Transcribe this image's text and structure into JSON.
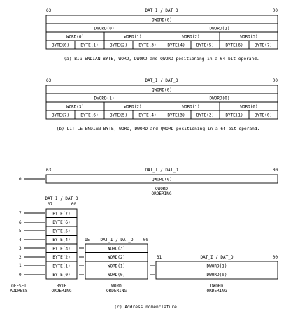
{
  "big_endian": {
    "bit_hi": "63",
    "bus": "DAT_I / DAT_O",
    "bit_lo": "00",
    "oword": "OWORD(0)",
    "dwords": [
      "DWORD(0)",
      "DWORD(1)"
    ],
    "words": [
      "WORD(0)",
      "WORD(1)",
      "WORD(2)",
      "WORD(3)"
    ],
    "bytes": [
      "BYTE(0)",
      "BYTE(1)",
      "BYTE(2)",
      "BYTE(3)",
      "BYTE(4)",
      "BYTE(5)",
      "BYTE(6)",
      "BYTE(7)"
    ],
    "caption": "(a) BIG ENDIAN BYTE, WORD, DWORD and QWORD positioning in a 64-bit operand."
  },
  "little_endian": {
    "bit_hi": "63",
    "bus": "DAT_I / DAT_O",
    "bit_lo": "00",
    "oword": "QWORD(0)",
    "dwords": [
      "DWORD(1)",
      "DWORD(0)"
    ],
    "words": [
      "WORD(3)",
      "WORD(2)",
      "WORD(1)",
      "WORD(0)"
    ],
    "bytes": [
      "BYTE(7)",
      "BYTE(6)",
      "BYTE(5)",
      "BYTE(4)",
      "BYTE(3)",
      "BYTE(2)",
      "BYTE(1)",
      "BYTE(0)"
    ],
    "caption": "(b) LITTLE ENDIAN BYTE, WORD, DWORD and QWORD positioning in a 64-bit operand."
  },
  "address": {
    "qword_header": {
      "hi": "63",
      "bus": "DAT_I / DAT_O",
      "lo": "00"
    },
    "qword_offset": "0",
    "qword_cell": "QWORD(0)",
    "qword_label": [
      "QWORD",
      "ORDERING"
    ],
    "byte_header": {
      "bus": "DAT_I / DAT_O",
      "hi": "07",
      "lo": "00"
    },
    "byte_offsets": [
      "7",
      "6",
      "5",
      "4",
      "3",
      "2",
      "1",
      "0"
    ],
    "byte_cells": [
      "BYTE(7)",
      "BYTE(6)",
      "BYTE(5)",
      "BYTE(4)",
      "BYTE(3)",
      "BYTE(2)",
      "BYTE(1)",
      "BYTE(0)"
    ],
    "word_header": {
      "hi": "15",
      "bus": "DAT_I / DAT_O",
      "lo": "00"
    },
    "word_cells": [
      "WORD(3)",
      "WORD(2)",
      "WORD(1)",
      "WORD(0)"
    ],
    "dword_header": {
      "hi": "31",
      "bus": "DAT_I / DAT_O",
      "lo": "00"
    },
    "dword_cells": [
      "DWORD(1)",
      "DWORD(0)"
    ],
    "labels": {
      "offset": [
        "OFFSET",
        "ADDRESS"
      ],
      "byte": [
        "BYTE",
        "ORDERING"
      ],
      "word": [
        "WORD",
        "ORDERING"
      ],
      "dword": [
        "DWORD",
        "ORDERING"
      ]
    },
    "caption": "(c) Address nomenclature."
  }
}
